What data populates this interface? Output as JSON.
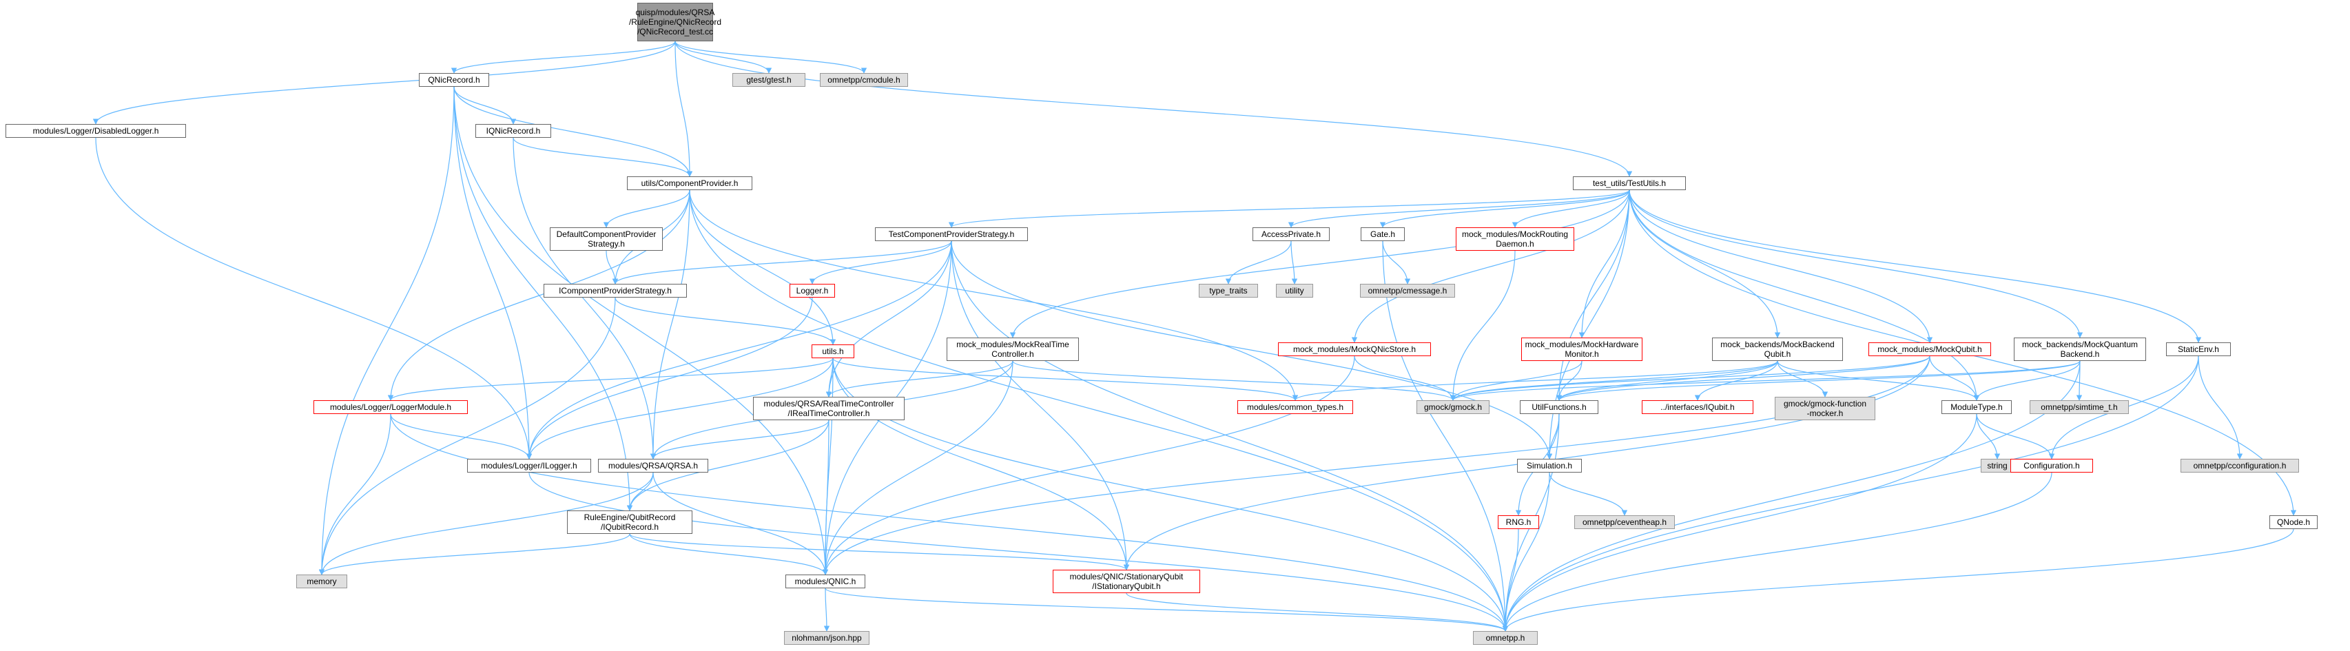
{
  "colors": {
    "edge": "#63b8ff",
    "bg": "#ffffff",
    "ext_fill": "#e0e0e0",
    "root_fill": "#999999",
    "red_border": "#ff0000"
  },
  "nodes": [
    {
      "id": "root",
      "label": "quisp/modules/QRSA\n/RuleEngine/QNicRecord\n/QNicRecord_test.cc",
      "kind": "root"
    },
    {
      "id": "qnicrecord",
      "label": "QNicRecord.h"
    },
    {
      "id": "gtest",
      "label": "gtest/gtest.h",
      "kind": "ext"
    },
    {
      "id": "cmodule",
      "label": "omnetpp/cmodule.h",
      "kind": "ext"
    },
    {
      "id": "disabledlogger",
      "label": "modules/Logger/DisabledLogger.h"
    },
    {
      "id": "iqnicrecord",
      "label": "IQNicRecord.h"
    },
    {
      "id": "componentprovider",
      "label": "utils/ComponentProvider.h"
    },
    {
      "id": "testutils",
      "label": "test_utils/TestUtils.h"
    },
    {
      "id": "defaultstrategy",
      "label": "DefaultComponentProvider\nStrategy.h"
    },
    {
      "id": "icpstrategy",
      "label": "IComponentProviderStrategy.h"
    },
    {
      "id": "testcpstrategy",
      "label": "TestComponentProviderStrategy.h"
    },
    {
      "id": "accessprivate",
      "label": "AccessPrivate.h"
    },
    {
      "id": "gate",
      "label": "Gate.h"
    },
    {
      "id": "mockrouting",
      "label": "mock_modules/MockRouting\nDaemon.h",
      "kind": "red"
    },
    {
      "id": "typetraits",
      "label": "type_traits",
      "kind": "ext"
    },
    {
      "id": "utility",
      "label": "utility",
      "kind": "ext"
    },
    {
      "id": "cmessage",
      "label": "omnetpp/cmessage.h",
      "kind": "ext"
    },
    {
      "id": "loggerh",
      "label": "Logger.h",
      "kind": "red"
    },
    {
      "id": "utilsh",
      "label": "utils.h",
      "kind": "red"
    },
    {
      "id": "mockrealtime",
      "label": "mock_modules/MockRealTime\nController.h"
    },
    {
      "id": "mockqnicstore",
      "label": "mock_modules/MockQNicStore.h",
      "kind": "red"
    },
    {
      "id": "mockhardware",
      "label": "mock_modules/MockHardware\nMonitor.h",
      "kind": "red"
    },
    {
      "id": "mockbackendqubit",
      "label": "mock_backends/MockBackend\nQubit.h"
    },
    {
      "id": "mockqubit",
      "label": "mock_modules/MockQubit.h",
      "kind": "red"
    },
    {
      "id": "mockquantum",
      "label": "mock_backends/MockQuantum\nBackend.h"
    },
    {
      "id": "staticenv",
      "label": "StaticEnv.h"
    },
    {
      "id": "loggermodule",
      "label": "modules/Logger/LoggerModule.h",
      "kind": "red"
    },
    {
      "id": "irealtime",
      "label": "modules/QRSA/RealTimeController\n/IRealTimeController.h"
    },
    {
      "id": "commontypes",
      "label": "modules/common_types.h",
      "kind": "red"
    },
    {
      "id": "gmock",
      "label": "gmock/gmock.h",
      "kind": "ext"
    },
    {
      "id": "utilfunctions",
      "label": "UtilFunctions.h"
    },
    {
      "id": "iqubit",
      "label": "../interfaces/IQubit.h",
      "kind": "red"
    },
    {
      "id": "gmockfunction",
      "label": "gmock/gmock-function\n-mocker.h",
      "kind": "ext"
    },
    {
      "id": "moduletype",
      "label": "ModuleType.h"
    },
    {
      "id": "simtime",
      "label": "omnetpp/simtime_t.h",
      "kind": "ext"
    },
    {
      "id": "ilogger",
      "label": "modules/Logger/ILogger.h"
    },
    {
      "id": "qrsa",
      "label": "modules/QRSA/QRSA.h"
    },
    {
      "id": "simulation",
      "label": "Simulation.h"
    },
    {
      "id": "string",
      "label": "string",
      "kind": "ext"
    },
    {
      "id": "configuration",
      "label": "Configuration.h",
      "kind": "red"
    },
    {
      "id": "cconfiguration",
      "label": "omnetpp/cconfiguration.h",
      "kind": "ext"
    },
    {
      "id": "iqubitrecord",
      "label": "RuleEngine/QubitRecord\n/IQubitRecord.h"
    },
    {
      "id": "ceventheap",
      "label": "omnetpp/ceventheap.h",
      "kind": "ext"
    },
    {
      "id": "rng",
      "label": "RNG.h",
      "kind": "red"
    },
    {
      "id": "qnodeh",
      "label": "QNode.h"
    },
    {
      "id": "memory",
      "label": "memory",
      "kind": "ext"
    },
    {
      "id": "qnic",
      "label": "modules/QNIC.h"
    },
    {
      "id": "istationary",
      "label": "modules/QNIC/StationaryQubit\n/IStationaryQubit.h",
      "kind": "red"
    },
    {
      "id": "nlohmann",
      "label": "nlohmann/json.hpp",
      "kind": "ext"
    },
    {
      "id": "omnetpp",
      "label": "omnetpp.h",
      "kind": "ext"
    }
  ],
  "edges": [
    [
      "root",
      "qnicrecord"
    ],
    [
      "root",
      "gtest"
    ],
    [
      "root",
      "cmodule"
    ],
    [
      "root",
      "disabledlogger"
    ],
    [
      "root",
      "componentprovider"
    ],
    [
      "root",
      "testutils"
    ],
    [
      "qnicrecord",
      "iqnicrecord"
    ],
    [
      "qnicrecord",
      "componentprovider"
    ],
    [
      "qnicrecord",
      "memory"
    ],
    [
      "qnicrecord",
      "ilogger"
    ],
    [
      "qnicrecord",
      "qnic"
    ],
    [
      "qnicrecord",
      "iqubitrecord"
    ],
    [
      "disabledlogger",
      "ilogger"
    ],
    [
      "iqnicrecord",
      "componentprovider"
    ],
    [
      "iqnicrecord",
      "qrsa"
    ],
    [
      "componentprovider",
      "defaultstrategy"
    ],
    [
      "componentprovider",
      "icpstrategy"
    ],
    [
      "componentprovider",
      "utilsh"
    ],
    [
      "componentprovider",
      "commontypes"
    ],
    [
      "componentprovider",
      "loggermodule"
    ],
    [
      "componentprovider",
      "qrsa"
    ],
    [
      "componentprovider",
      "omnetpp"
    ],
    [
      "defaultstrategy",
      "icpstrategy"
    ],
    [
      "icpstrategy",
      "memory"
    ],
    [
      "icpstrategy",
      "utilsh"
    ],
    [
      "testutils",
      "testcpstrategy"
    ],
    [
      "testutils",
      "accessprivate"
    ],
    [
      "testutils",
      "gate"
    ],
    [
      "testutils",
      "mockrouting"
    ],
    [
      "testutils",
      "mockrealtime"
    ],
    [
      "testutils",
      "mockqnicstore"
    ],
    [
      "testutils",
      "mockhardware"
    ],
    [
      "testutils",
      "mockbackendqubit"
    ],
    [
      "testutils",
      "mockqubit"
    ],
    [
      "testutils",
      "mockquantum"
    ],
    [
      "testutils",
      "staticenv"
    ],
    [
      "testutils",
      "qnodeh"
    ],
    [
      "testutils",
      "utilfunctions"
    ],
    [
      "testutils",
      "simulation"
    ],
    [
      "testutils",
      "moduletype"
    ],
    [
      "testcpstrategy",
      "icpstrategy"
    ],
    [
      "testcpstrategy",
      "loggerh"
    ],
    [
      "testcpstrategy",
      "ilogger"
    ],
    [
      "testcpstrategy",
      "irealtime"
    ],
    [
      "testcpstrategy",
      "qnic"
    ],
    [
      "testcpstrategy",
      "istationary"
    ],
    [
      "testcpstrategy",
      "simulation"
    ],
    [
      "testcpstrategy",
      "omnetpp"
    ],
    [
      "accessprivate",
      "typetraits"
    ],
    [
      "accessprivate",
      "utility"
    ],
    [
      "gate",
      "cmessage"
    ],
    [
      "gate",
      "omnetpp"
    ],
    [
      "mockrouting",
      "gmock"
    ],
    [
      "loggerh",
      "ilogger"
    ],
    [
      "utilsh",
      "loggermodule"
    ],
    [
      "utilsh",
      "ilogger"
    ],
    [
      "utilsh",
      "irealtime"
    ],
    [
      "utilsh",
      "commontypes"
    ],
    [
      "utilsh",
      "qnic"
    ],
    [
      "utilsh",
      "istationary"
    ],
    [
      "utilsh",
      "omnetpp"
    ],
    [
      "mockrealtime",
      "irealtime"
    ],
    [
      "mockrealtime",
      "gmock"
    ],
    [
      "mockrealtime",
      "qnic"
    ],
    [
      "mockrealtime",
      "qrsa"
    ],
    [
      "mockqnicstore",
      "gmock"
    ],
    [
      "mockqnicstore",
      "qnic"
    ],
    [
      "mockhardware",
      "gmock"
    ],
    [
      "mockhardware",
      "utilfunctions"
    ],
    [
      "mockbackendqubit",
      "gmock"
    ],
    [
      "mockbackendqubit",
      "iqubit"
    ],
    [
      "mockbackendqubit",
      "gmockfunction"
    ],
    [
      "mockbackendqubit",
      "utilfunctions"
    ],
    [
      "mockbackendqubit",
      "commontypes"
    ],
    [
      "mockbackendqubit",
      "moduletype"
    ],
    [
      "mockqubit",
      "gmock"
    ],
    [
      "mockqubit",
      "istationary"
    ],
    [
      "mockqubit",
      "qnic"
    ],
    [
      "mockqubit",
      "moduletype"
    ],
    [
      "mockqubit",
      "utilfunctions"
    ],
    [
      "mockquantum",
      "gmock"
    ],
    [
      "mockquantum",
      "moduletype"
    ],
    [
      "mockquantum",
      "simtime"
    ],
    [
      "mockquantum",
      "utilfunctions"
    ],
    [
      "mockquantum",
      "omnetpp"
    ],
    [
      "staticenv",
      "configuration"
    ],
    [
      "staticenv",
      "cconfiguration"
    ],
    [
      "staticenv",
      "omnetpp"
    ],
    [
      "loggermodule",
      "ilogger"
    ],
    [
      "loggermodule",
      "memory"
    ],
    [
      "loggermodule",
      "omnetpp"
    ],
    [
      "irealtime",
      "qrsa"
    ],
    [
      "irealtime",
      "qnic"
    ],
    [
      "irealtime",
      "iqubitrecord"
    ],
    [
      "utilfunctions",
      "simulation"
    ],
    [
      "utilfunctions",
      "rng"
    ],
    [
      "utilfunctions",
      "omnetpp"
    ],
    [
      "moduletype",
      "string"
    ],
    [
      "moduletype",
      "configuration"
    ],
    [
      "moduletype",
      "omnetpp"
    ],
    [
      "ilogger",
      "omnetpp"
    ],
    [
      "qrsa",
      "iqubitrecord"
    ],
    [
      "qrsa",
      "qnic"
    ],
    [
      "qrsa",
      "memory"
    ],
    [
      "simulation",
      "ceventheap"
    ],
    [
      "simulation",
      "omnetpp"
    ],
    [
      "configuration",
      "omnetpp"
    ],
    [
      "iqubitrecord",
      "memory"
    ],
    [
      "iqubitrecord",
      "qnic"
    ],
    [
      "iqubitrecord",
      "istationary"
    ],
    [
      "rng",
      "omnetpp"
    ],
    [
      "qnodeh",
      "omnetpp"
    ],
    [
      "qnic",
      "nlohmann"
    ],
    [
      "qnic",
      "omnetpp"
    ],
    [
      "istationary",
      "omnetpp"
    ]
  ]
}
